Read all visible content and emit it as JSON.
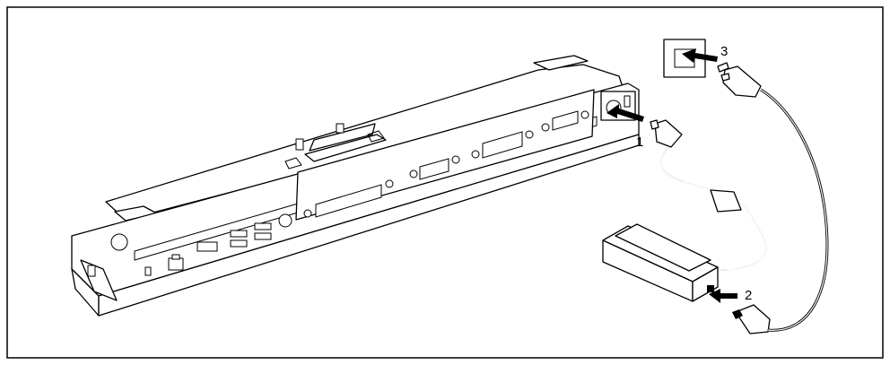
{
  "diagram": {
    "callouts": [
      {
        "id": "dc-in",
        "label": "1"
      },
      {
        "id": "adapter-in",
        "label": "2"
      },
      {
        "id": "wall-outlet",
        "label": "3"
      }
    ],
    "colors": {
      "line": "#000000",
      "background": "#ffffff",
      "border": "#000000"
    },
    "icons": [
      "port-replicator-icon",
      "ac-adapter-icon",
      "power-cable-icon",
      "wall-socket-icon",
      "arrow-icon"
    ]
  }
}
